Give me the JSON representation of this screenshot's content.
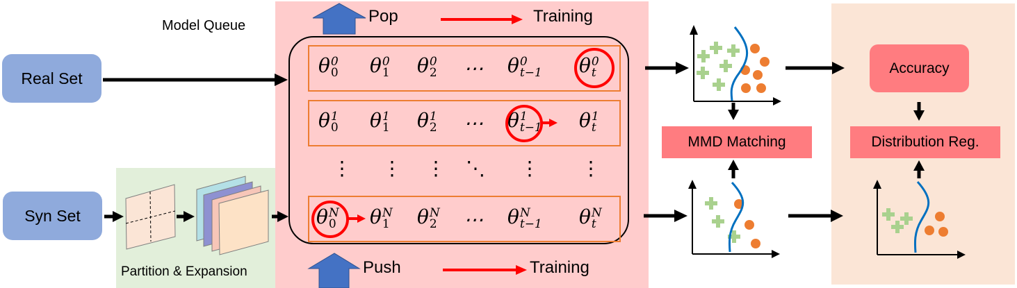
{
  "title": "Model queue training pipeline with MMD matching and distribution regularization",
  "inputs": {
    "real_set": "Real Set",
    "syn_set": "Syn Set"
  },
  "partition": {
    "label": "Partition & Expansion"
  },
  "queue": {
    "label": "Model Queue",
    "pop_label": "Pop",
    "push_label": "Push",
    "training_label_top": "Training",
    "training_label_bottom": "Training",
    "rows": [
      {
        "sup": "0",
        "cells": [
          {
            "sub": "0"
          },
          {
            "sub": "1"
          },
          {
            "sub": "2"
          },
          {
            "ellipsis": "⋯"
          },
          {
            "sub": "t−1"
          },
          {
            "sub": "t",
            "circled": true
          }
        ]
      },
      {
        "sup": "1",
        "cells": [
          {
            "sub": "0"
          },
          {
            "sub": "1"
          },
          {
            "sub": "2"
          },
          {
            "ellipsis": "⋯"
          },
          {
            "sub": "t−1",
            "circled": true
          },
          {
            "sub": "t",
            "arrow_before": true
          }
        ]
      },
      {
        "vdots": [
          "⋮",
          "⋮",
          "⋮",
          "⋱",
          "⋮",
          "⋮"
        ]
      },
      {
        "sup": "N",
        "cells": [
          {
            "sub": "0",
            "circled": true
          },
          {
            "sub": "1",
            "arrow_before": true
          },
          {
            "sub": "2"
          },
          {
            "ellipsis": "⋯"
          },
          {
            "sub": "t−1"
          },
          {
            "sub": "t"
          }
        ]
      }
    ]
  },
  "metrics": {
    "mmd": "MMD Matching",
    "accuracy": "Accuracy",
    "dist_reg": "Distribution Reg."
  },
  "colors": {
    "set_box": "#8faadc",
    "queue_panel": "#ffcccc",
    "partition_panel": "#e2efda",
    "metric_panel": "#fbe5d6",
    "metric_box": "#ff7c80",
    "row_border": "#ed7d31",
    "push_pop_arrow": "#4472c4",
    "training_arrow": "#ff0000",
    "plus_marker": "#a9d18e",
    "circle_marker": "#ed7d31",
    "boundary_curve": "#0070c0"
  },
  "glyphs": {
    "theta": "θ"
  }
}
